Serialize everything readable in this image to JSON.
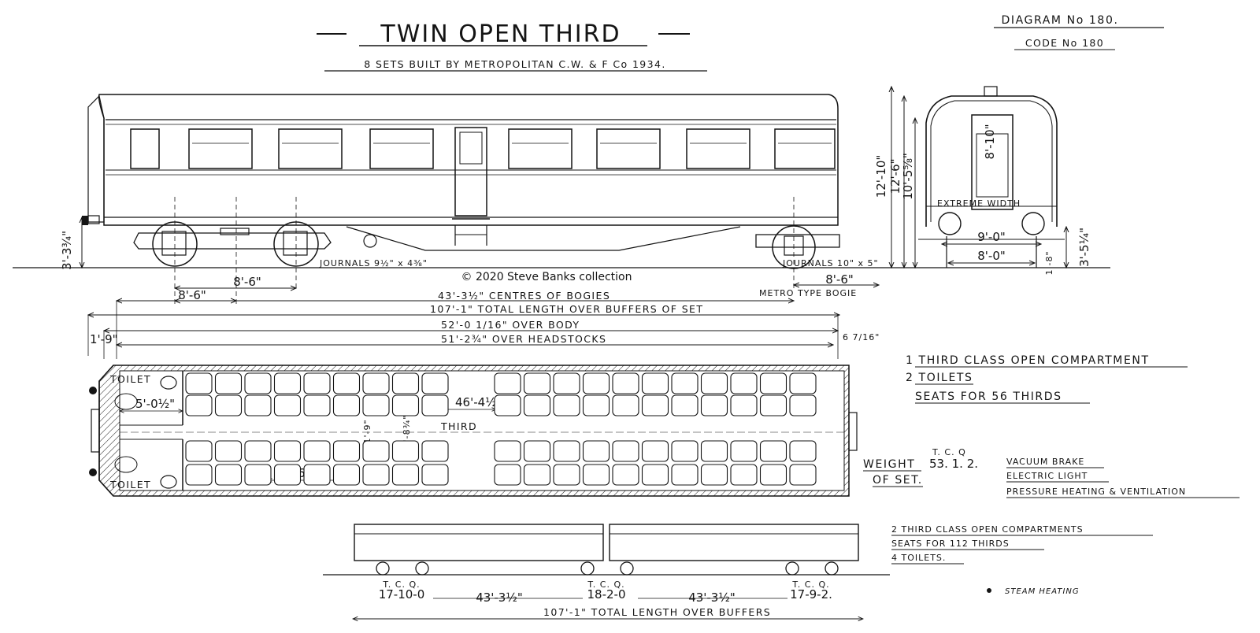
{
  "header": {
    "title": "TWIN OPEN THIRD",
    "subtitle": "8 SETS BUILT BY METROPOLITAN C.W. & F Co 1934.",
    "diagram_no": "DIAGRAM No 180.",
    "code_no": "CODE No 180"
  },
  "copyright": "© 2020 Steve Banks collection",
  "side_elevation": {
    "journals_left": "JOURNALS 9½\" x 4⅜\"",
    "journals_right": "JOURNALS 10\" x 5\"",
    "height_left": "3'-3¾\"",
    "bogie_wheelbase_a": "8'-6\"",
    "bogie_wheelbase_b": "8'-6\"",
    "bogie_wheelbase_c": "8'-6\"",
    "metro_type_bogie": "METRO TYPE BOGIE",
    "centres_of_bogies": "43'-3½\" CENTRES OF BOGIES",
    "total_length_set": "107'-1\" TOTAL LENGTH OVER BUFFERS OF SET",
    "over_body": "52'-0 1/16\" OVER BODY",
    "over_headstocks": "51'-2¾\" OVER HEADSTOCKS",
    "buffer_left": "1'-9\"",
    "buffer_right": "6 7/16\""
  },
  "end_elevation": {
    "height_1": "12'-10\"",
    "height_2": "12'-6\"",
    "height_3": "10'-5⅝\"",
    "width_top": "8'-10\"",
    "extreme_width": "EXTREME WIDTH",
    "width_9": "9'-0\"",
    "width_8": "8'-0\"",
    "step_height": "1'-8\"",
    "floor_height": "3'-5¼\""
  },
  "plan": {
    "toilet_top": "TOILET",
    "toilet_bottom": "TOILET",
    "dim_toilet": "5'-0½\"",
    "dim_centre": "46'-4½\"",
    "dim_bay": "6'-2\"",
    "dim_gangway_a": "1'-9\"",
    "dim_gangway_b": "1'-8¾\"",
    "class_label": "THIRD"
  },
  "accommodation": {
    "line1": "1 THIRD CLASS OPEN COMPARTMENT",
    "line2": "2 TOILETS",
    "line3": "SEATS FOR 56 THIRDS"
  },
  "weight": {
    "label": "WEIGHT",
    "of_set": "OF SET.",
    "units": "T. C. Q",
    "value": "53. 1. 2."
  },
  "equipment": {
    "brake": "VACUUM BRAKE",
    "light": "ELECTRIC LIGHT",
    "heating": "PRESSURE HEATING & VENTILATION"
  },
  "set_summary": {
    "line1": "2 THIRD CLASS OPEN COMPARTMENTS",
    "line2": "SEATS FOR 112 THIRDS",
    "line3": "4 TOILETS."
  },
  "set_diagram": {
    "axle_units": [
      "T. C. Q.",
      "T. C. Q.",
      "T. C. Q."
    ],
    "axle_loads": [
      "17-10-0",
      "18-2-0",
      "17-9-2."
    ],
    "centres_left": "43'-3½\"",
    "centres_right": "43'-3½\"",
    "total": "107'-1\" TOTAL LENGTH OVER BUFFERS",
    "steam_note": "STEAM HEATING"
  }
}
